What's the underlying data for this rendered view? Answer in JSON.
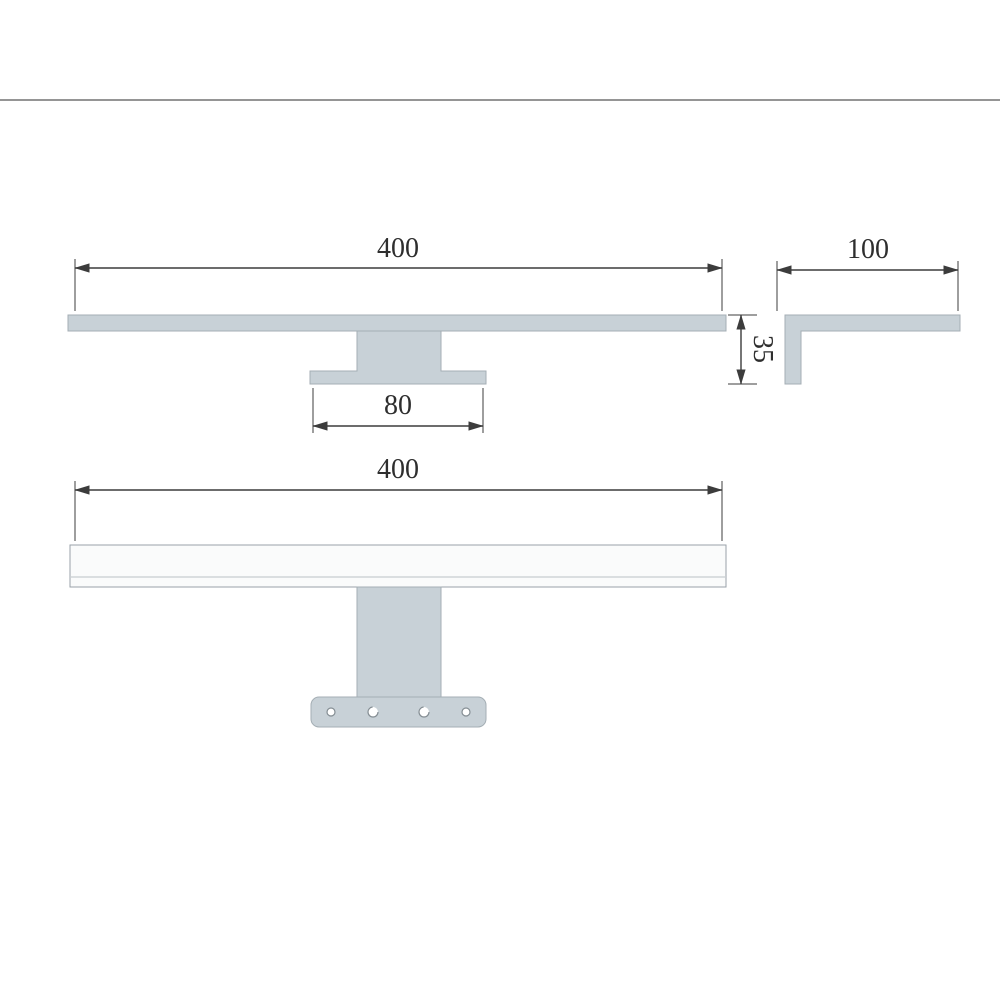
{
  "page": {
    "background": "#ffffff",
    "top_rule_color": "#565656"
  },
  "drawing": {
    "colors": {
      "part_fill": "#c8d1d7",
      "lamp_fill": "#fafbfb",
      "dim_color": "#3c3c3c"
    },
    "side_view": {
      "width_dim": "400",
      "height_dim": "35",
      "bracket_dim": "80"
    },
    "end_view": {
      "depth_dim": "100"
    },
    "front_view": {
      "width_dim": "400"
    }
  }
}
